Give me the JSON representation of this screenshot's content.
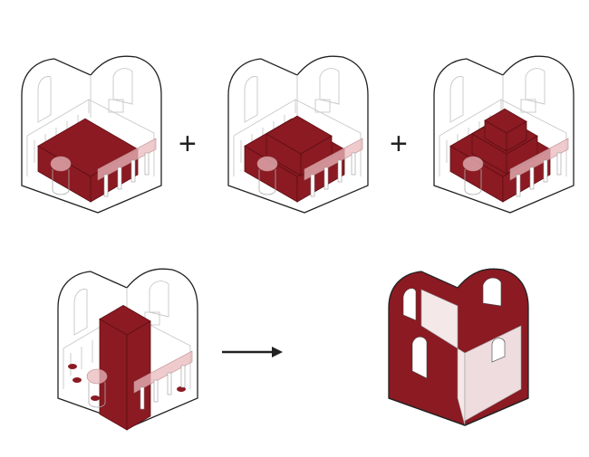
{
  "diagram": {
    "operators": {
      "plus_1": "+",
      "plus_2": "+"
    },
    "colors": {
      "mass": "#8b1a22",
      "mass_edge": "#5e0f15",
      "ghost_line": "#c8c8c8",
      "outline": "#222222",
      "translucent_element": "#e9b9bd",
      "arrow": "#222222"
    },
    "panels": [
      {
        "name": "slab-volume"
      },
      {
        "name": "two-tier-volume"
      },
      {
        "name": "three-tier-volume"
      },
      {
        "name": "tower-volume"
      },
      {
        "name": "resulting-solid-shell"
      }
    ]
  }
}
